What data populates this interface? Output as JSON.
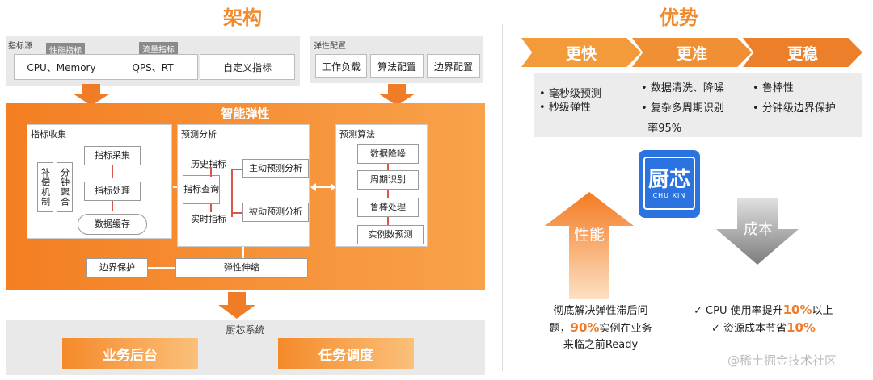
{
  "left_title": "架构",
  "right_title": "优势",
  "metric_source": {
    "title": "指标源",
    "tab1": "性能指标",
    "tab2": "流量指标",
    "box1": "CPU、Memory",
    "box2": "QPS、RT",
    "box3": "自定义指标"
  },
  "elastic_config": {
    "title": "弹性配置",
    "items": [
      "工作负载",
      "算法配置",
      "边界配置"
    ]
  },
  "smart": {
    "title": "智能弹性",
    "collect": {
      "title": "指标收集",
      "vert1": "补偿机制",
      "vert2": "分钟聚合",
      "step1": "指标采集",
      "step2": "指标处理",
      "step3": "数据缓存"
    },
    "predict": {
      "title": "预测分析",
      "history": "历史指标",
      "query": "指标查询",
      "realtime": "实时指标",
      "active": "主动预测分析",
      "passive": "被动预测分析"
    },
    "algo": {
      "title": "预测算法",
      "items": [
        "数据降噪",
        "周期识别",
        "鲁棒处理",
        "实例数预测"
      ]
    },
    "boundary": "边界保护",
    "scaling": "弹性伸缩"
  },
  "system": {
    "title": "厨芯系统",
    "btn1": "业务后台",
    "btn2": "任务调度"
  },
  "advantages": {
    "chevrons": [
      "更快",
      "更准",
      "更稳"
    ],
    "col1": [
      "毫秒级预测",
      "秒级弹性"
    ],
    "col2": [
      "数据清洗、降噪",
      "复杂多周期识别",
      "率95%"
    ],
    "col3": [
      "鲁棒性",
      "分钟级边界保护"
    ]
  },
  "logo": {
    "main": "厨芯",
    "sub": "CHU XIN"
  },
  "perf_label": "性能",
  "cost_label": "成本",
  "perf_text": {
    "l1a": "彻底解决弹性滞后问",
    "l2a": "题，",
    "l2b": "90%",
    "l2c": "实例在业务",
    "l3": "来临之前Ready"
  },
  "cost_text": {
    "l1a": "✓ CPU 使用率提升",
    "l1b": "10%",
    "l1c": "以上",
    "l2a": "✓ 资源成本节省",
    "l2b": "10%"
  },
  "watermark": "@稀土掘金技术社区"
}
